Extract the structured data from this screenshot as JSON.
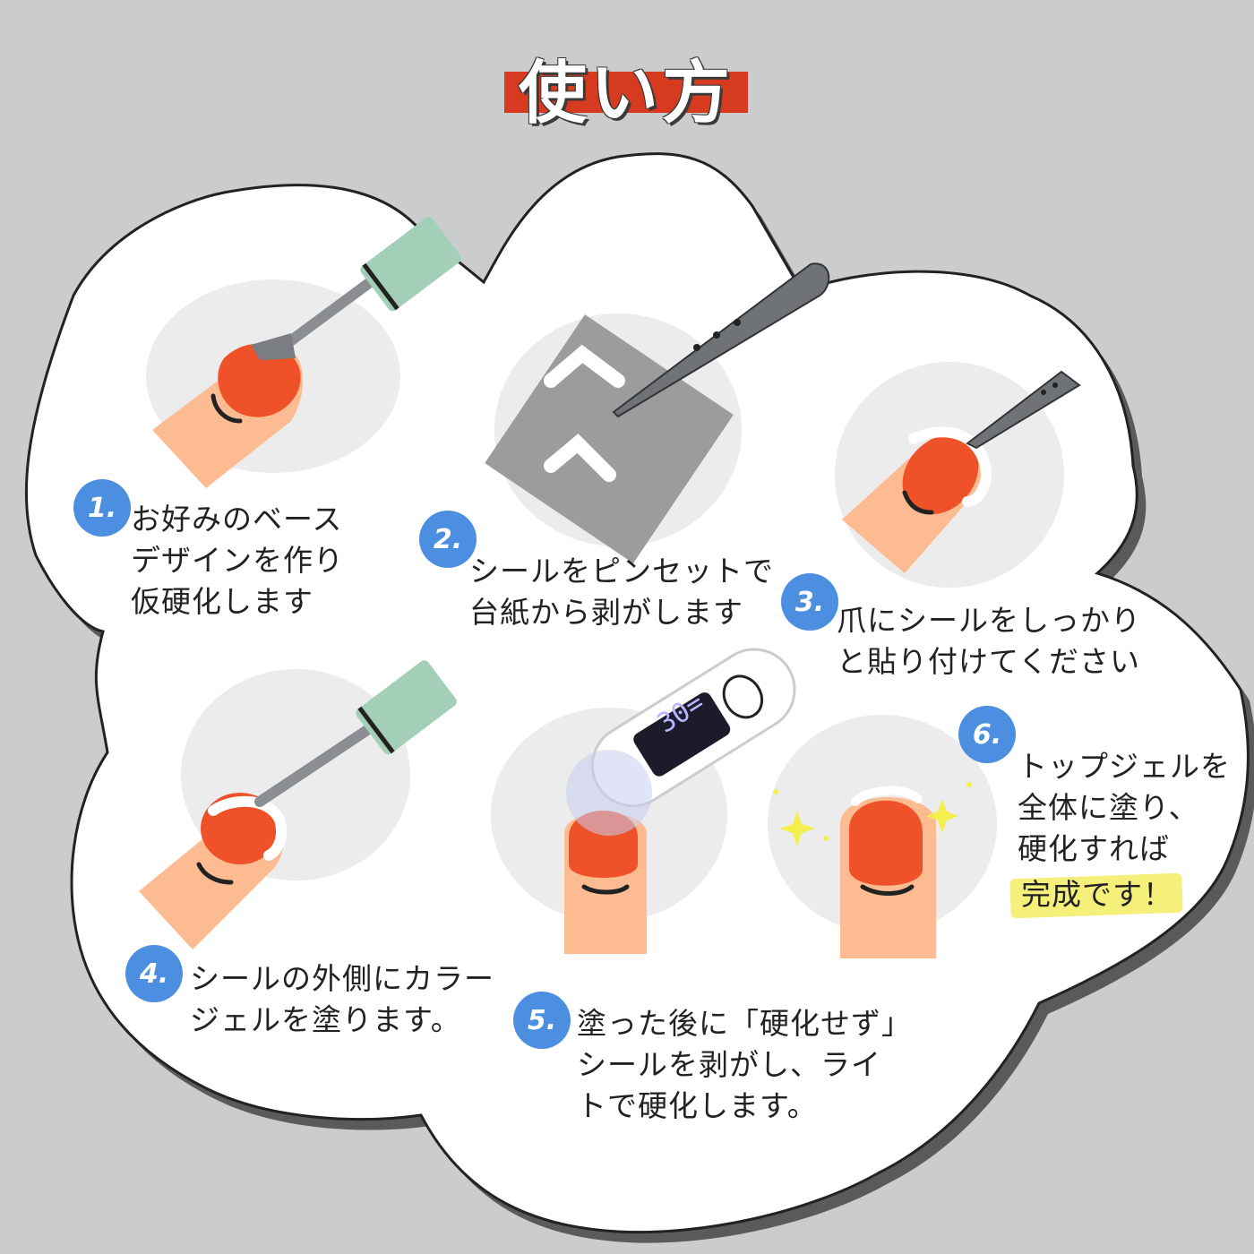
{
  "title": "使い方",
  "steps": [
    {
      "number": "1.",
      "text": "お好みのベース\nデザインを作り\n仮硬化します"
    },
    {
      "number": "2.",
      "text": "シールをピンセットで\n台紙から剥がします"
    },
    {
      "number": "3.",
      "text": "爪にシールをしっかり\nと貼り付けてください"
    },
    {
      "number": "4.",
      "text": "シールの外側にカラー\nジェルを塗ります。"
    },
    {
      "number": "5.",
      "text": "塗った後に「硬化せず」\nシールを剥がし、ライ\nトで硬化します。"
    },
    {
      "number": "6.",
      "text": "トップジェルを\n全体に塗り、\n硬化すれば",
      "highlight": "完成です！"
    }
  ],
  "lamp_display": "30=",
  "colors": {
    "background": "#cbccce",
    "title_bar": "#d63a1f",
    "badge": "#4c8fe0",
    "nail": "#ef5228",
    "skin": "#fdbb92",
    "brush_cap": "#a3cfb8",
    "highlight": "#f4f07a"
  }
}
